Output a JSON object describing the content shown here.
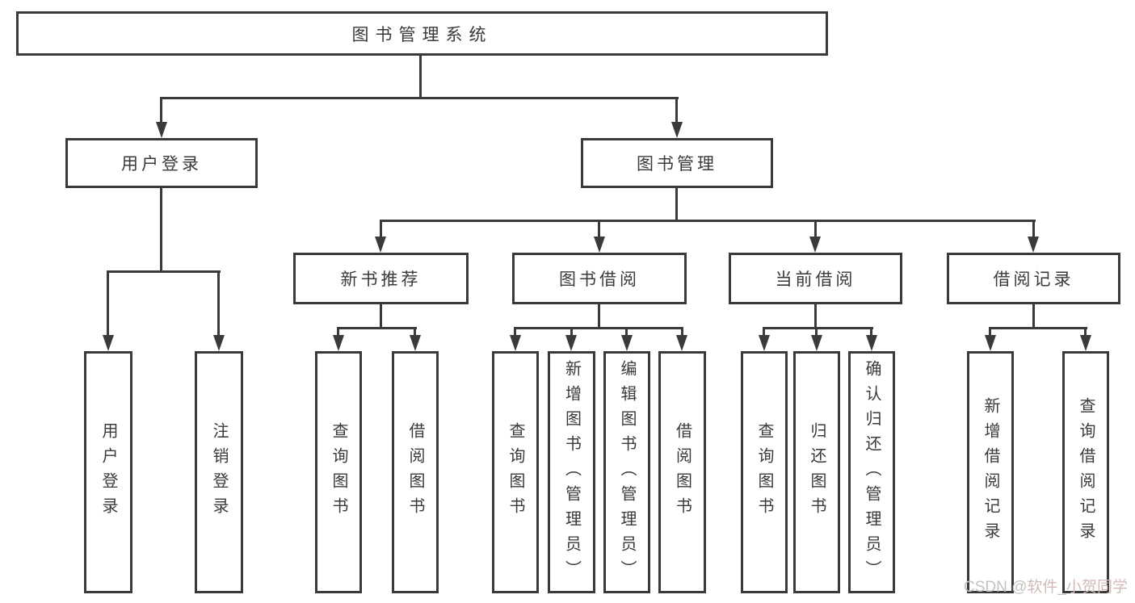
{
  "diagram": {
    "root": {
      "label": "图书管理系统"
    },
    "level1": [
      {
        "label": "用户登录"
      },
      {
        "label": "图书管理"
      }
    ],
    "level2": [
      {
        "label": "新书推荐"
      },
      {
        "label": "图书借阅"
      },
      {
        "label": "当前借阅"
      },
      {
        "label": "借阅记录"
      }
    ],
    "leaves": {
      "user_login": [
        "用户登录",
        "注销登录"
      ],
      "new_books": [
        "查询图书",
        "借阅图书"
      ],
      "book_borrow": [
        "查询图书",
        "新增图书（管理员）",
        "编辑图书（管理员）",
        "借阅图书"
      ],
      "current_borrow": [
        "查询图书",
        "归还图书",
        "确认归还（管理员）"
      ],
      "borrow_records": [
        "新增借阅记录",
        "查询借阅记录"
      ]
    }
  },
  "watermark": {
    "prefix": "CSDN @",
    "name": "软件_小贺同学"
  },
  "colors": {
    "line": "#3a3a3a",
    "text": "#3a3a3a",
    "background": "#ffffff"
  }
}
